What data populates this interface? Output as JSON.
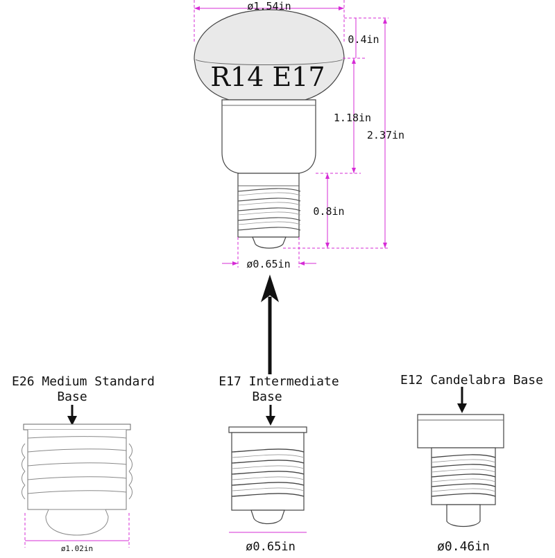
{
  "bulb": {
    "model_label": "R14 E17",
    "dims": {
      "head_diameter": "ø1.54in",
      "dome_height": "0.4in",
      "body_height": "1.18in",
      "total_height": "2.37in",
      "base_height": "0.8in",
      "base_diameter": "ø0.65in"
    }
  },
  "bases": [
    {
      "title_line1": "E26 Medium Standard",
      "title_line2": "Base",
      "diameter": "ø1.02in"
    },
    {
      "title_line1": "E17 Intermediate",
      "title_line2": "Base",
      "diameter": "ø0.65in"
    },
    {
      "title_line1": "E12 Candelabra Base",
      "title_line2": "",
      "diameter": "ø0.46in"
    }
  ],
  "colors": {
    "dimension_line": "#d62bd6",
    "outline": "#444444",
    "dome_fill": "#e9e9e9",
    "arrow": "#111111"
  }
}
